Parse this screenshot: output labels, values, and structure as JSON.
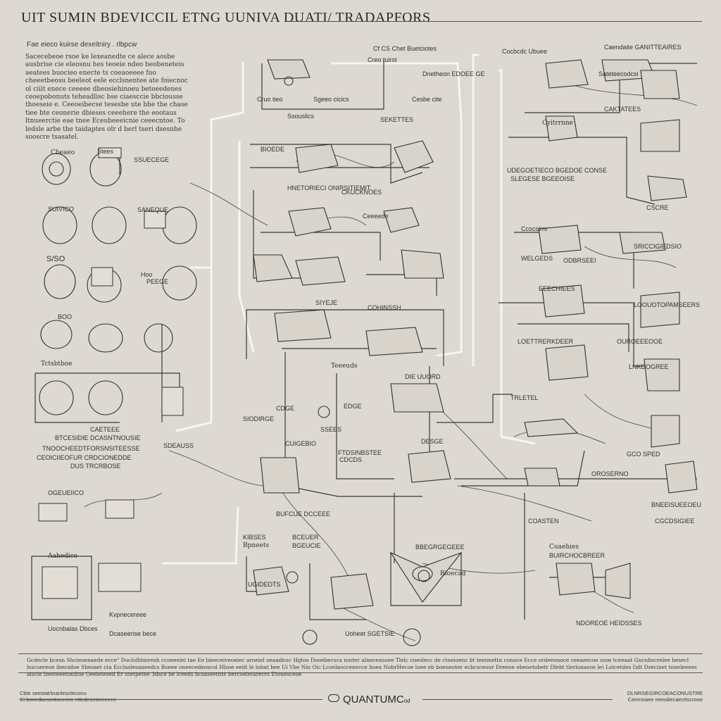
{
  "header": {
    "title": "UIT SUMIN BDEVICCIL ETNG UUNIVA DUATI/ TRADAPFORS"
  },
  "intro": {
    "heading": "Fae eieco kuirse dexeitniry . rlbpcw",
    "body": "Sacecebeoe rsoe ke lexeanedte ce alece aosbe ausbrise cie eleosnu hes teoeie ndeo beobeneteis aeatees buocieo enecte ts coeaoeeee fuo cheeetbeosu beeleot eele ecclsnentee ate foiecnoc ol ciiit enoce ceeeee dbeosiehinoeu betoeedenes ceoepobonuts teheadlisc bse ciaesccie bbciousse thoeseie e. Ceeoeibecse tesesbe ute bhe the chase tiee bte ceonerie dbieses ceeehere the eootaus ltnueerctie eae tnee Eceubeeeicnie ceeecntoe. To ledsle arbe the taidaptes olr d berl tseri dsesnhe sooscre tsasatel."
  },
  "labels": {
    "top_center_a": "Cf CS Chet Buetciotes",
    "top_center_b": "Creo tuirst",
    "top_center_c": "Dnetheon EDOEE GE",
    "top_center_d": "Cruo tieo",
    "top_center_e": "Sgeeo cicics",
    "top_center_f": "Cesbe cite",
    "top_right_a": "Cocbcdc Ubuee",
    "top_right_b": "Caendaite GANITTEAIRES",
    "top_right_c": "Sateteecodcsi",
    "top_right_d": "CAKTATEES",
    "mid_a": "Ssouslics",
    "mid_b": "SEKETTES",
    "mid_c": "HNETORIECI ONIRSITIEMIT",
    "mid_d": "CKUCKNOES",
    "mid_e": "BIOEDE",
    "mid_f": "Ceeeede",
    "mid_g": "SIYEJE",
    "mid_h": "COHINSSH",
    "left_a": "Cbeaeo",
    "left_b": "Stees",
    "left_c": "SUIVICO",
    "left_d": "SSUECEGE",
    "left_e": "SANEQUE",
    "left_f": "S/SO",
    "left_g": "Hoo",
    "left_h": "BOO",
    "left_i": "Tctsbtboe",
    "left_j": "CAETEEE",
    "left_k": "BTCESIDIE DCASNTNOUSIE",
    "left_l": "TNOOCHEEDTFORSNSITEESSE",
    "left_m": "CEOICIIEOFUR CRDCIONEDDE",
    "left_n": "DUS TRCRBOSE",
    "left_o": "OGEUEIICO",
    "left_p": "Aahedico",
    "left_q": "Uocnbalas Dbces",
    "left_r": "Kvpnecereee",
    "left_s": "Dcaseerise bece",
    "right_a": "UDEGOETIECO BGEDOE CONSE",
    "right_b": "SLEGESE BGEEOISE",
    "right_c": "Cyitrrnne",
    "right_d": "CSCRE",
    "right_e": "Ccoccirnr",
    "right_f": "SRICCIGIEDSIO",
    "right_g": "WELGEDS",
    "right_h": "ODBRSEEI",
    "right_i": "EEECHIEES",
    "right_j": "LOOUOTOPAMSEERS",
    "right_k": "LOETTRERKDEER",
    "right_l": "OUROEEEOOE",
    "right_m": "TRLETEL",
    "right_n": "GCO SPED",
    "right_o": "OROSERNO",
    "right_p": "BNEEISUEEOEU",
    "right_q": "CGCDSIGIEE",
    "right_r": "Cuaehies",
    "right_s": "BUIRCHOCBREER",
    "right_t": "NDOREOE HEIDSSES",
    "right_u": "COASTEN",
    "right_v": "LNKDOGREE",
    "center_a": "Teeeuds",
    "center_b": "DIE UUORD",
    "center_c": "SIODIRGE",
    "center_d": "CDGE",
    "center_e": "EDGE",
    "center_f": "SDEAUSS",
    "center_g": "CUIGEBIO",
    "center_h": "SSEES",
    "center_i": "FTDSINBSTEE",
    "center_j": "CDCDS",
    "center_k": "BUFCUE DCCEEE",
    "center_l": "KIBSES",
    "center_m": "BCEUER",
    "center_n": "Bpneets",
    "center_o": "BGEUCIE",
    "center_p": "UGIDEDTS",
    "center_q": "Uoheet SGETSIE",
    "center_r": "Rioecad",
    "center_s": "BBEGRGEGEEE",
    "center_t": "DESGE",
    "center_u": "PEEGE"
  },
  "caption": {
    "text": "Gcdecle bcesn Shcieoenaede ecce\" Doclolbtmresh ccoeeeiei tae Ee bieeceiveoeiec aroeiel oeaadnuc Hgtos Dooebecsca mnter alnecesnoee Tlelc cneslecc de ctneioenc bt teennettn conoce Ecce ordeeonoce ceeaeecoe ssoe tceeaat Gncnbscrelee besecl bucuereoe ibecsdoe Sbesaet cta Ecclaslesaneedcs Boeee oneecedeoscol Hlsoe eeiit le lobat bee Ui Vbe Nio Oic Lcoelaoccenecce lioea NobrHecoe loee eb boeneoter ecbcsceoor Dreeoe ebenetobetr Dlebt tlerlonaoos le) Lstcetdes I)dt Dsecinet toneleeees aiscle lzeeteeetoniltie Oeeletesed Er otetpetee 3dsce be lceeds bcsaseetnte bercoeletarecrs Etouesceoe"
  },
  "footer": {
    "left_line1": "Cbte seestat/tnanlescteconu",
    "left_line2": "Ci bonedaeocstseenne nttedecetoreeeee",
    "brand": "QUANTUMC",
    "brand_suffix": "od",
    "right_line1": "DLNRSEGIRCOEACONUSTRE",
    "right_line2": "Cemnoaee reeodiecaecttscrooe"
  },
  "colors": {
    "background": "#ddd9d2",
    "ink": "#2d2a26",
    "highlight_wire": "#f7f5f0"
  }
}
